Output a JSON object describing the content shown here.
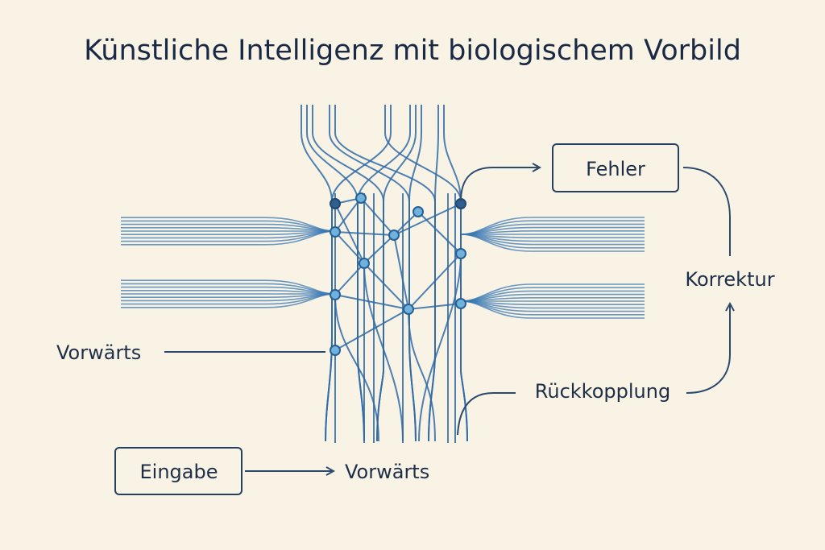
{
  "title": "Künstliche Intelligenz mit biologischem Vorbild",
  "labels": {
    "fehler": "Fehler",
    "korrektur": "Korrektur",
    "vorwaerts_left": "Vorwärts",
    "rueckkopplung": "Rückkopplung",
    "eingabe": "Eingabe",
    "vorwaerts_bottom": "Vorwärts"
  },
  "colors": {
    "background": "#f9f3e6",
    "fiber": "#2f6aa6",
    "node": "#6fb2dd",
    "text": "#1d2f48"
  }
}
